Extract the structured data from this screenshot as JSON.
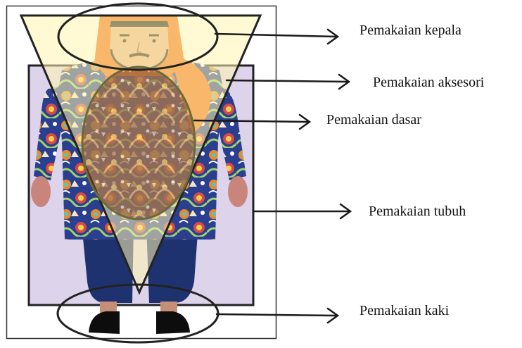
{
  "labels": {
    "head": "Pemakaian kepala",
    "accessory": "Pemakaian aksesori",
    "base": "Pemakaian dasar",
    "body": "Pemakaian tubuh",
    "foot": "Pemakaian kaki"
  },
  "colors": {
    "outline": "#222222",
    "body_fill": "#ddd3ea",
    "triangle_fill": "#fff5b0",
    "headscarf": "#ef6a16",
    "face": "#e8b089",
    "trousers": "#1f3270",
    "shoes": "#0d0d0d",
    "skin": "#c9857b"
  }
}
